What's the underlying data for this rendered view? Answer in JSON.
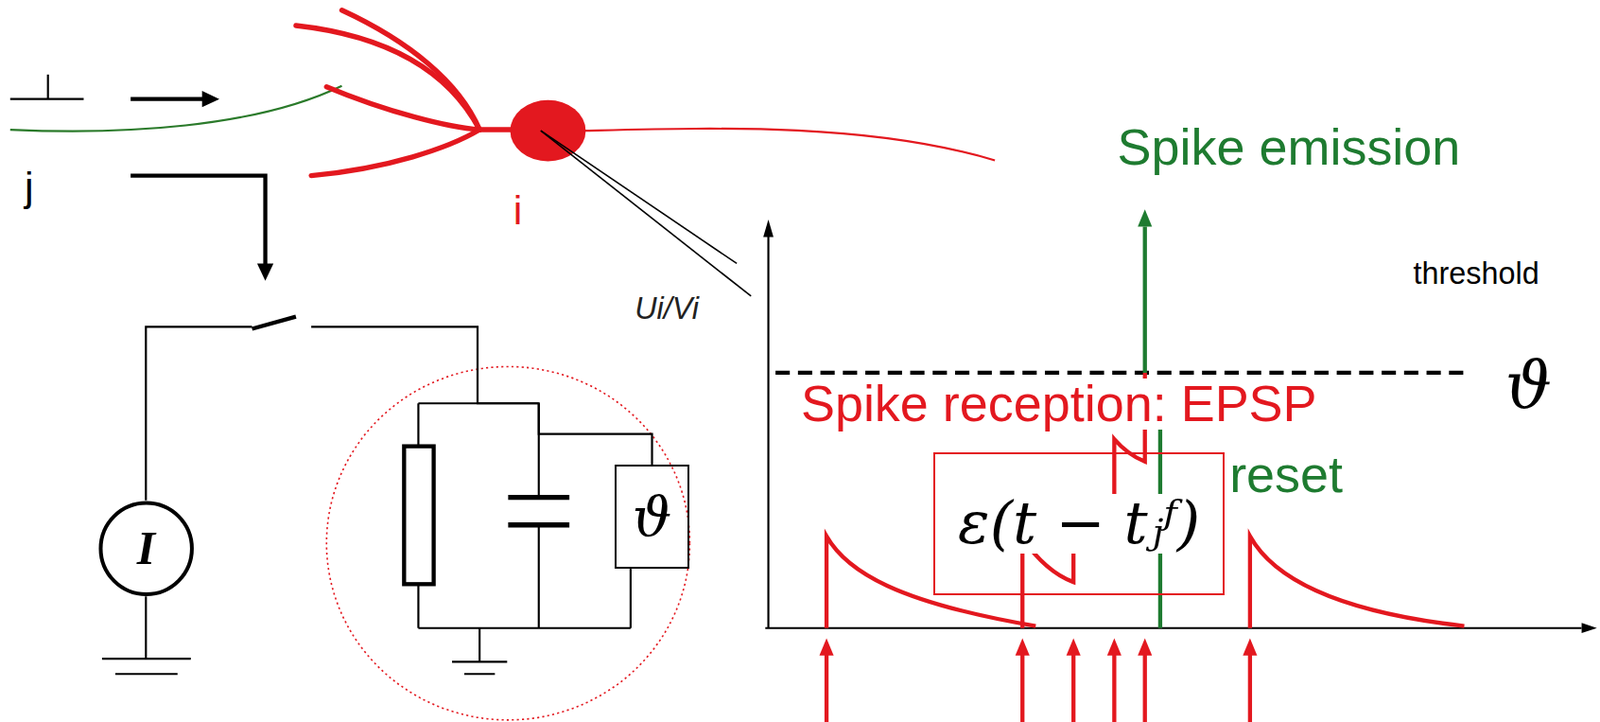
{
  "diagram": {
    "nodes": [
      {
        "text": [
          "I"
        ]
      },
      {
        "text": [
          "ϑ"
        ]
      },
      {
        "text": [
          "ε(t − tⱼᶠ)"
        ]
      }
    ],
    "edges": [
      {
        "from": 0,
        "to": 1,
        "arrow": "none"
      }
    ],
    "labels": [
      "j",
      "i",
      "Spike emission",
      "Ui/Vi",
      "threshold",
      "ϑ",
      "Spike reception: EPSP",
      "reset"
    ]
  }
}
